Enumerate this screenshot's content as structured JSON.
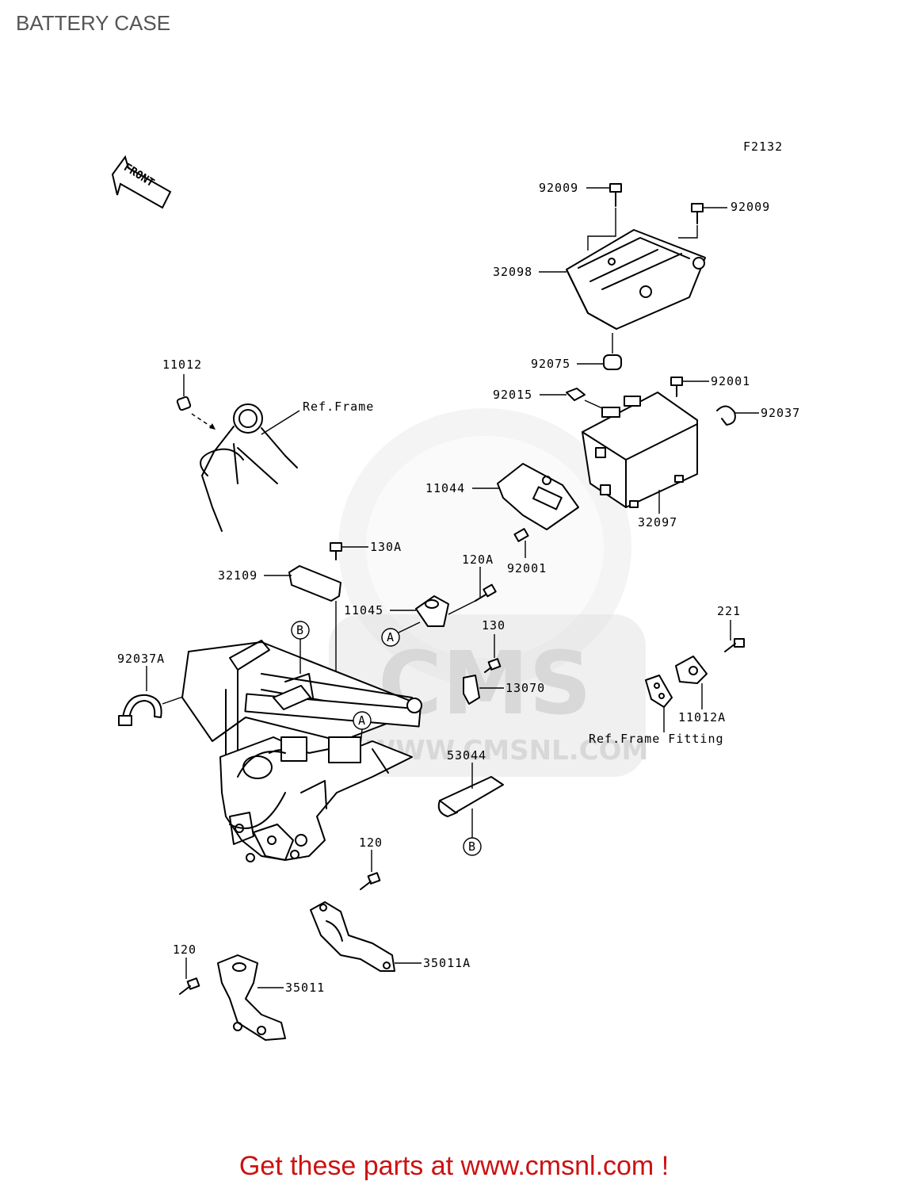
{
  "header": {
    "title": "BATTERY CASE"
  },
  "diagram": {
    "figure_code": "F2132",
    "front_indicator": "FRONT",
    "watermark": {
      "brand": "CMS",
      "url": "WWW.CMSNL.COM"
    },
    "part_labels": {
      "p92009_top": "92009",
      "p92009_right": "92009",
      "p32098": "32098",
      "p92075": "92075",
      "p92015": "92015",
      "p92001_top": "92001",
      "p92037": "92037",
      "p11044": "11044",
      "p32097": "32097",
      "p92001_mid": "92001",
      "p11012": "11012",
      "ref_frame_1": "Ref.Frame",
      "p130A": "130A",
      "p32109": "32109",
      "p120A": "120A",
      "p11045": "11045",
      "p130": "130",
      "p13070": "13070",
      "p221": "221",
      "p92037A": "92037A",
      "p11012A": "11012A",
      "ref_frame_fitting": "Ref.Frame Fitting",
      "p53044": "53044",
      "p120_mid": "120",
      "p35011A": "35011A",
      "p120_low": "120",
      "p35011": "35011"
    },
    "callouts": {
      "a_upper": "A",
      "a_lower": "A",
      "b_upper": "B",
      "b_lower": "B"
    }
  },
  "footer": {
    "text": "Get these parts at www.cmsnl.com !"
  }
}
